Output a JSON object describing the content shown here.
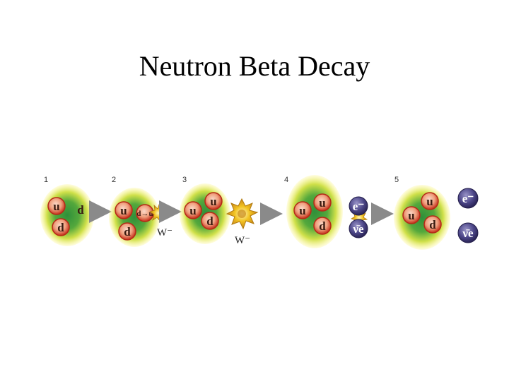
{
  "title": "Neutron Beta Decay",
  "colors": {
    "background": "#ffffff",
    "cloud_outer": "#f2e94a",
    "cloud_inner": "#3c9a3c",
    "quark_outer": "#c9321d",
    "quark_inner": "#f4b09a",
    "lepton": "#3b3470",
    "arrow": "#8a8a8a",
    "w_boson": "#e8b81c"
  },
  "stages": [
    {
      "number": "1"
    },
    {
      "number": "2"
    },
    {
      "number": "3"
    },
    {
      "number": "4"
    },
    {
      "number": "5"
    }
  ],
  "labels": {
    "u": "u",
    "d": "d",
    "d_to_u": "d→u",
    "w_minus": "W⁻",
    "electron": "e⁻",
    "antineutrino": "ν̄e"
  }
}
